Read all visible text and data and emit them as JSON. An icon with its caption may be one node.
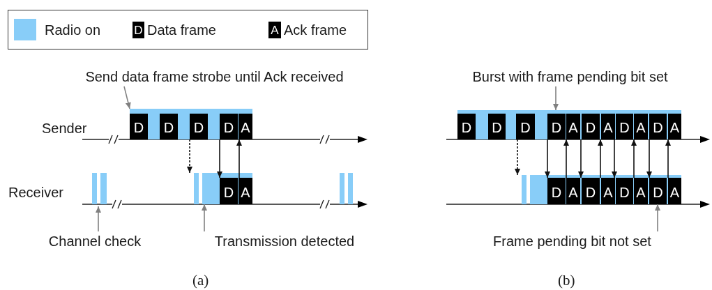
{
  "diagram": {
    "nodes": [
      {
        "text": [
          "Send data frame strobe until Ack received"
        ]
      },
      {
        "text": [],
        "shape": "bar"
      },
      {
        "text": [
          "D"
        ],
        "in": 1
      },
      {
        "text": [
          "D"
        ],
        "in": 1
      },
      {
        "text": [
          "D"
        ],
        "in": 1
      },
      {
        "text": [
          "D"
        ],
        "in": 1
      },
      {
        "text": [
          "A"
        ],
        "in": 1
      },
      {
        "text": [],
        "shape": "bar"
      },
      {
        "text": [
          "D"
        ],
        "in": 7
      },
      {
        "text": [
          "A"
        ],
        "in": 7
      },
      {
        "text": [
          "Channel check"
        ]
      },
      {
        "text": [
          "Transmission detected"
        ]
      },
      {
        "text": [
          "Burst with frame pending bit set"
        ]
      },
      {
        "text": [],
        "shape": "bar"
      },
      {
        "text": [
          "D"
        ],
        "in": 13
      },
      {
        "text": [
          "D"
        ],
        "in": 13
      },
      {
        "text": [
          "D"
        ],
        "in": 13
      },
      {
        "text": [
          "D"
        ],
        "in": 13
      },
      {
        "text": [
          "A"
        ],
        "in": 13
      },
      {
        "text": [
          "D"
        ],
        "in": 13
      },
      {
        "text": [
          "A"
        ],
        "in": 13
      },
      {
        "text": [
          "D"
        ],
        "in": 13
      },
      {
        "text": [
          "A"
        ],
        "in": 13
      },
      {
        "text": [
          "D"
        ],
        "in": 13
      },
      {
        "text": [
          "A"
        ],
        "in": 13
      },
      {
        "text": [],
        "shape": "bar"
      },
      {
        "text": [
          "D"
        ],
        "in": 25
      },
      {
        "text": [
          "A"
        ],
        "in": 25
      },
      {
        "text": [
          "D"
        ],
        "in": 25
      },
      {
        "text": [
          "A"
        ],
        "in": 25
      },
      {
        "text": [
          "D"
        ],
        "in": 25
      },
      {
        "text": [
          "A"
        ],
        "in": 25
      },
      {
        "text": [
          "D"
        ],
        "in": 25
      },
      {
        "text": [
          "A"
        ],
        "in": 25
      },
      {
        "text": [
          "Frame pending bit not set"
        ]
      }
    ],
    "edges": [
      {
        "from": 0,
        "to": 1,
        "arrow": "to",
        "color": "#808080"
      },
      {
        "from": 4,
        "to": 7,
        "arrow": "to",
        "style": "dashed"
      },
      {
        "from": 5,
        "to": 8,
        "arrow": "to"
      },
      {
        "from": 9,
        "to": 6,
        "arrow": "to"
      },
      {
        "from": 10,
        "to": null,
        "arrow": "to",
        "color": "#808080"
      },
      {
        "from": 11,
        "to": 7,
        "arrow": "to",
        "color": "#808080"
      },
      {
        "from": 12,
        "to": 13,
        "arrow": "to",
        "color": "#808080"
      },
      {
        "from": 16,
        "to": 25,
        "arrow": "to",
        "style": "dashed"
      },
      {
        "from": 17,
        "to": 26,
        "arrow": "to"
      },
      {
        "from": 27,
        "to": 18,
        "arrow": "to"
      },
      {
        "from": 19,
        "to": 28,
        "arrow": "to"
      },
      {
        "from": 29,
        "to": 20,
        "arrow": "to"
      },
      {
        "from": 21,
        "to": 30,
        "arrow": "to"
      },
      {
        "from": 31,
        "to": 22,
        "arrow": "to"
      },
      {
        "from": 23,
        "to": 32,
        "arrow": "to"
      },
      {
        "from": 33,
        "to": 24,
        "arrow": "to"
      },
      {
        "from": 34,
        "to": 32,
        "arrow": "to",
        "color": "#808080"
      }
    ],
    "labels": [
      "D",
      "A",
      "Sender",
      "Receiver",
      "(a)",
      "(b)"
    ],
    "legend": [
      {
        "text": "Radio on",
        "color": "#88cdf8"
      },
      {
        "text": "Data frame",
        "color": "#000000"
      },
      {
        "text": "Ack frame",
        "color": "#000000"
      }
    ]
  }
}
